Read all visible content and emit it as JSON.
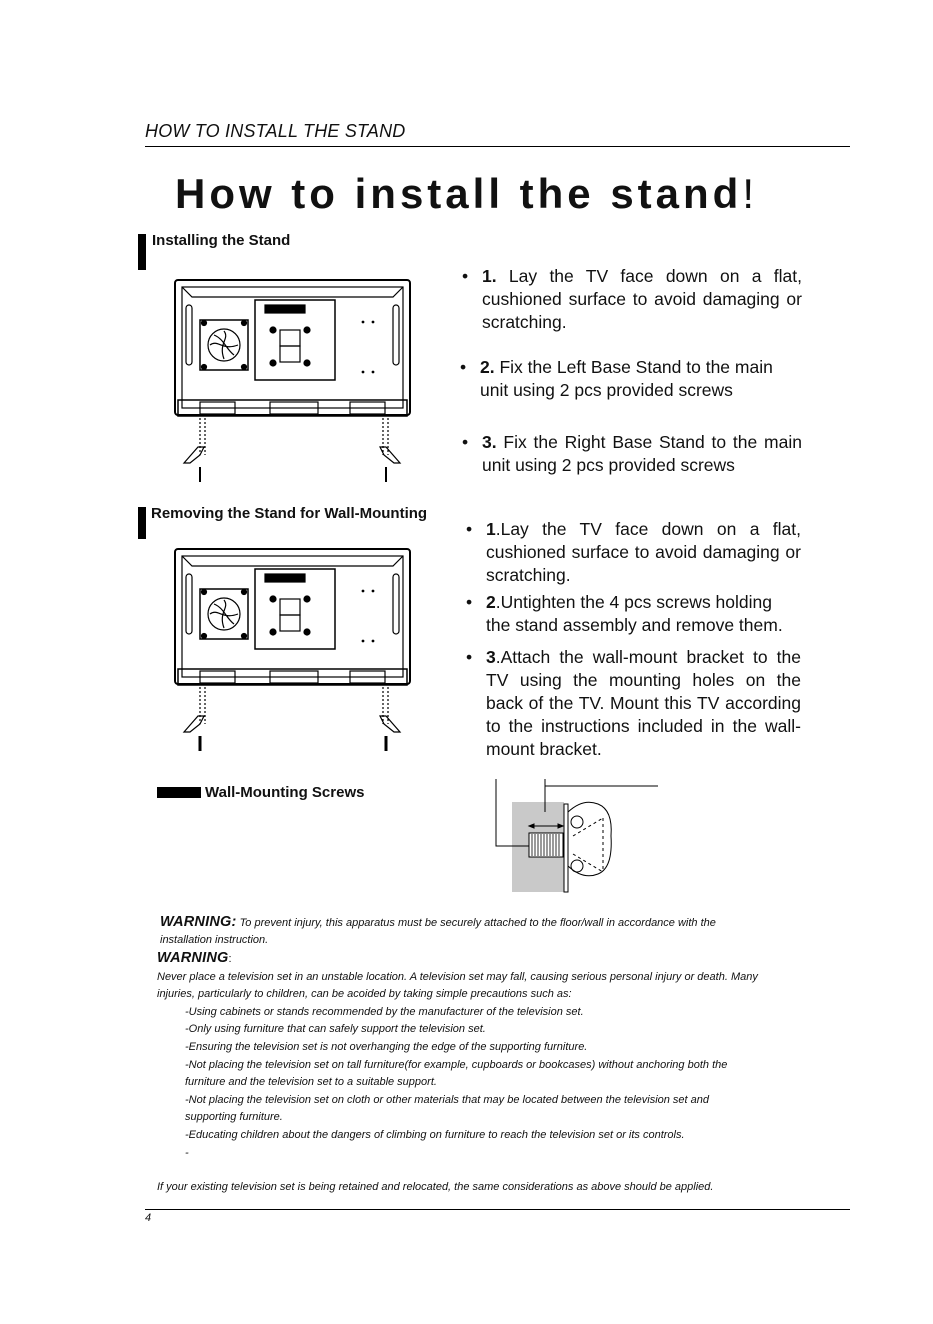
{
  "header": {
    "section_title": "HOW TO INSTALL THE STAND"
  },
  "title": {
    "text": "How to install the stand",
    "bang": "!"
  },
  "install": {
    "heading": "Installing the Stand",
    "steps": [
      {
        "num": "1.",
        "text": "Lay the TV face down on a flat, cushioned surface to avoid damaging or scratching."
      },
      {
        "num": "2.",
        "text": "Fix the Left Base Stand to the main unit using 2 pcs provided screws"
      },
      {
        "num": "3.",
        "text": "Fix the Right Base Stand to the main unit using 2 pcs provided screws"
      }
    ]
  },
  "remove": {
    "heading": "Removing the Stand for Wall-Mounting",
    "steps": [
      {
        "num": "1",
        "text": ".Lay the TV face down on a flat, cushioned surface to avoid damaging or scratching."
      },
      {
        "num": "2",
        "text": ".Untighten the 4 pcs  screws holding the stand assembly and remove them."
      },
      {
        "num": "3",
        "text": ".Attach the wall-mount bracket to the TV using the mounting holes on the back of the TV. Mount this TV according to the instructions included in the wall-mount bracket."
      }
    ]
  },
  "legend": {
    "label": "Wall-Mounting Screws"
  },
  "warning1": {
    "label": "WARNING:",
    "text": " To prevent injury, this apparatus must be securely attached to the floor/wall in accordance with the installation instruction."
  },
  "warning2": {
    "label": "WARNING",
    "colon": ":",
    "intro": "Never place a television set in an unstable location. A television set may fall, causing serious personal injury or death. Many injuries, particularly to children, can be acoided by taking simple precautions such as:",
    "items": [
      "-Using cabinets or stands recommended by the manufacturer of the television set.",
      "-Only using furniture that can safely support the television set.",
      "-Ensuring the television set is not overhanging the edge of the supporting furniture.",
      "-Not placing the television set on tall furniture(for example, cupboards or bookcases) without anchoring both the furniture and the television set to a suitable support.",
      "-Not placing the television set on cloth or other materials that may be located between the television set and supporting furniture.",
      "-Educating children about the dangers of climbing on furniture to reach the television set or its controls.",
      "-"
    ]
  },
  "footer": {
    "note": "If your existing television set is being retained and relocated, the same considerations as above should be applied.",
    "page_number": "4"
  }
}
